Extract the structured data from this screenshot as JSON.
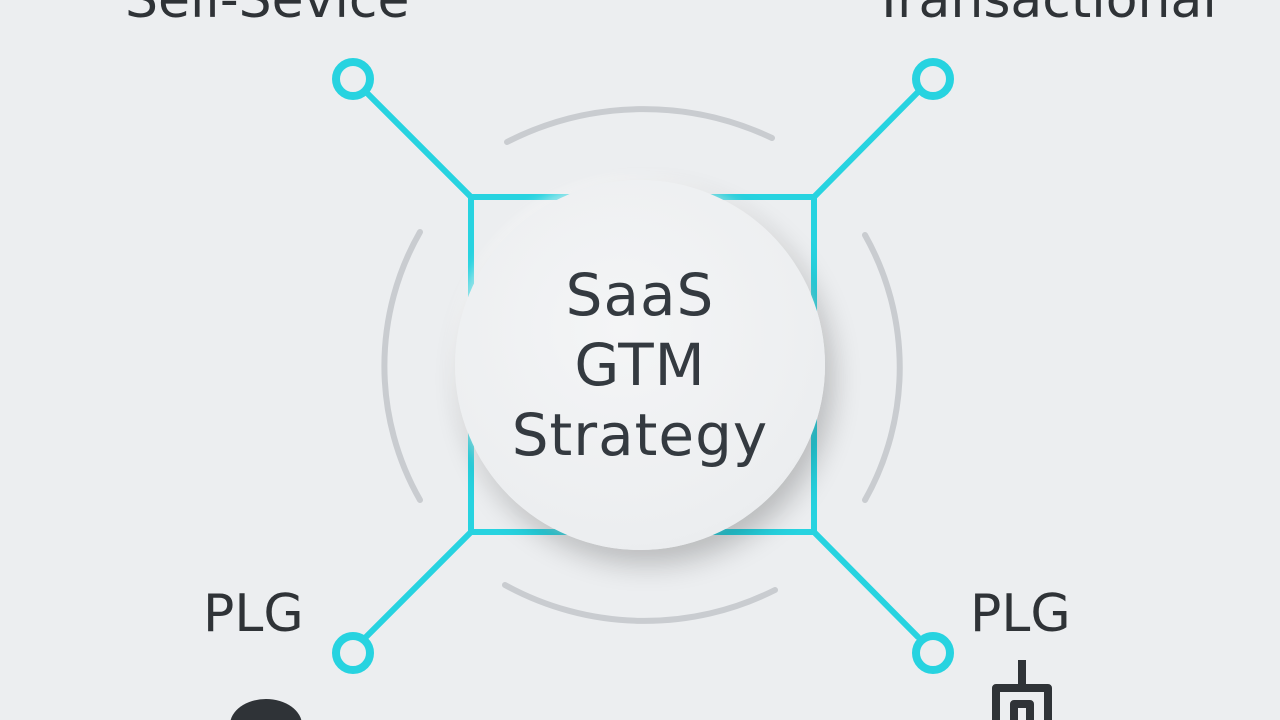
{
  "center": {
    "title": "SaaS\nGTM\nStrategy"
  },
  "nodes": {
    "top_left": {
      "label": "Self-Sevice"
    },
    "top_right": {
      "label": "Transactional"
    },
    "bottom_left": {
      "label": "PLG"
    },
    "bottom_right": {
      "label": "PLG"
    }
  },
  "icons": {
    "bottom_left": "person-icon",
    "bottom_right": "plug-icon"
  },
  "colors": {
    "background": "#eceef0",
    "connector": "#27d3e0",
    "ring": "#c9ccd0",
    "text": "#2f3337",
    "icon": "#2f3337"
  }
}
